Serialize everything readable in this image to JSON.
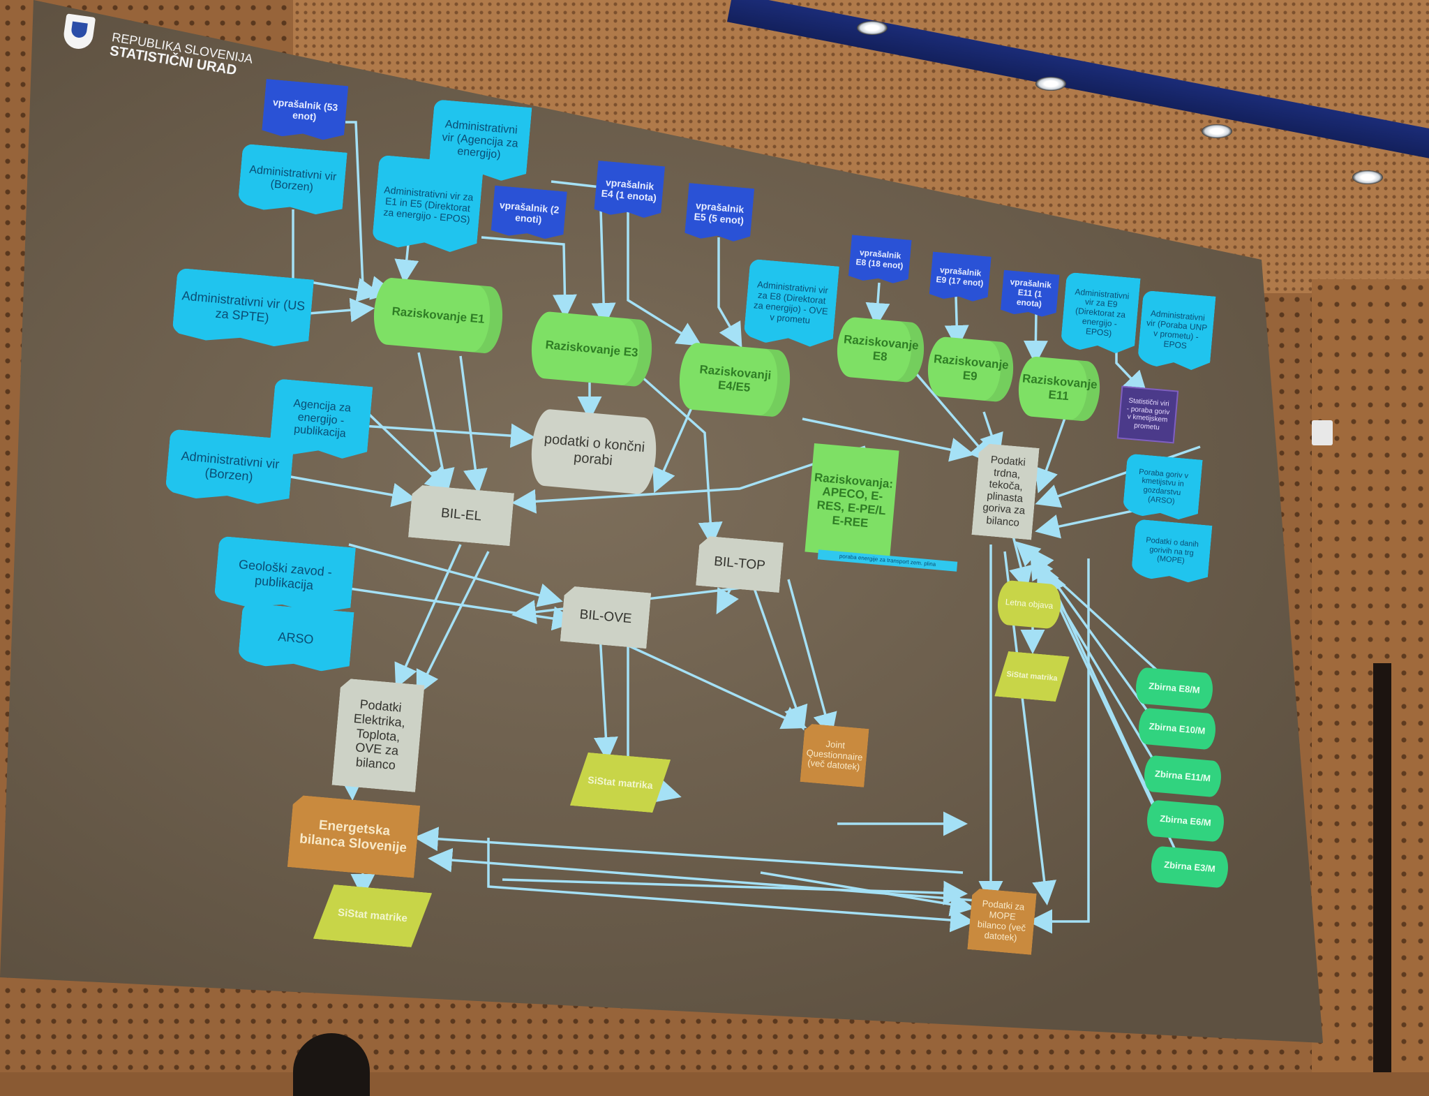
{
  "logo": {
    "line1": "REPUBLIKA SLOVENIJA",
    "line2": "STATISTIČNI URAD"
  },
  "nodes": {
    "vprasalnik_53": "vprašalnik (53 enot)",
    "admin_agencija": "Administrativni vir (Agencija za energijo)",
    "admin_borzen_top": "Administrativni vir (Borzen)",
    "admin_e1_e5": "Administrativni vir za E1 in E5 (Direktorat za energijo - EPOS)",
    "vprasalnik_2": "vprašalnik (2 enoti)",
    "vprasalnik_e4": "vprašalnik E4 (1 enota)",
    "vprasalnik_e5": "vprašalnik E5 (5 enot)",
    "admin_us_spte": "Administrativni vir (US za SPTE)",
    "raz_e1": "Raziskovanje E1",
    "raz_e3": "Raziskovanje E3",
    "raz_e4_e5": "Raziskovanji E4/E5",
    "admin_e8": "Administrativni vir za E8 (Direktorat za energijo) - OVE v prometu",
    "vprasalnik_e8": "vprašalnik E8 (18 enot)",
    "vprasalnik_e9": "vprašalnik E9 (17 enot)",
    "vprasalnik_e11": "vprašalnik E11 (1 enota)",
    "admin_e9_epos": "Administrativni vir za E9 (Direktorat za energijo - EPOS)",
    "admin_unp": "Administrativni vir (Poraba UNP v prometu) - EPOS",
    "raz_e8": "Raziskovanje E8",
    "raz_e9": "Raziskovanje E9",
    "raz_e11": "Raziskovanje E11",
    "stat_viri": "Statistični viri - poraba goriv v kmetijskem prometu",
    "agencija_pub": "Agencija za energijo - publikacija",
    "admin_borzen_mid": "Administrativni vir (Borzen)",
    "podatki_koncni": "podatki o končni porabi",
    "raz_apeco": "Raziskovanja: APECO, E-RES, E-PE/L E-REE",
    "podatki_trdna": "Podatki trdna, tekoča, plinasta goriva za bilanco",
    "poraba_goriv_kmet": "Poraba goriv v kmetijstvu in gozdarstvu (ARSO)",
    "podatki_dani": "Podatki o danih gorivih na trg (MOPE)",
    "bil_el": "BIL-EL",
    "bil_top": "BIL-TOP",
    "strip_poraba": "poraba energije za transport zem. plina",
    "geoloski": "Geološki zavod - publikacija",
    "arso": "ARSO",
    "bil_ove": "BIL-OVE",
    "letna_objava": "Letna objava",
    "sistat_small": "SiStat matrika",
    "podatki_elektrika": "Podatki Elektrika, Toplota, OVE za bilanco",
    "sistat_mid": "SiStat matrika",
    "joint_q": "Joint Questionnaire (več datotek)",
    "zbirna_e8": "Zbirna E8/M",
    "zbirna_e10": "Zbirna E10/M",
    "zbirna_e11": "Zbirna E11/M",
    "zbirna_e6": "Zbirna E6/M",
    "zbirna_e3": "Zbirna E3/M",
    "energetska": "Energetska bilanca Slovenije",
    "sistat_bottom": "SiStat matrike",
    "podatki_mope": "Podatki za MOPE bilanco (več datotek)"
  },
  "colors": {
    "cyan": "#20c4ee",
    "blue": "#2a52d6",
    "green": "#7ee065",
    "grey": "#cdd2c6",
    "brown": "#c98a3e",
    "yellow": "#c8d548",
    "teal": "#31d37f",
    "arrow": "#a8e8ff"
  }
}
